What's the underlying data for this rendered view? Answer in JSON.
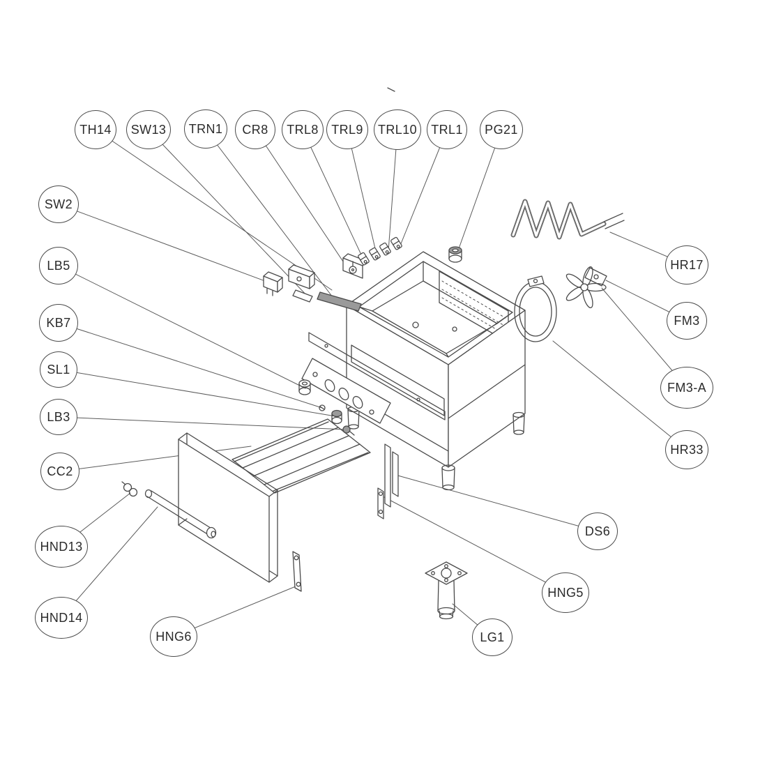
{
  "diagram": {
    "type": "exploded-parts-diagram",
    "colors": {
      "line": "#4a4a4a",
      "background": "#ffffff",
      "label_text": "#2b2b2b"
    },
    "callouts": [
      {
        "id": "TH14",
        "label": "TH14"
      },
      {
        "id": "SW13",
        "label": "SW13"
      },
      {
        "id": "TRN1",
        "label": "TRN1"
      },
      {
        "id": "CR8",
        "label": "CR8"
      },
      {
        "id": "TRL8",
        "label": "TRL8"
      },
      {
        "id": "TRL9",
        "label": "TRL9"
      },
      {
        "id": "TRL10",
        "label": "TRL10"
      },
      {
        "id": "TRL1",
        "label": "TRL1"
      },
      {
        "id": "PG21",
        "label": "PG21"
      },
      {
        "id": "SW2",
        "label": "SW2"
      },
      {
        "id": "LB5",
        "label": "LB5"
      },
      {
        "id": "KB7",
        "label": "KB7"
      },
      {
        "id": "SL1",
        "label": "SL1"
      },
      {
        "id": "LB3",
        "label": "LB3"
      },
      {
        "id": "CC2",
        "label": "CC2"
      },
      {
        "id": "HND13",
        "label": "HND13"
      },
      {
        "id": "HND14",
        "label": "HND14"
      },
      {
        "id": "HR17",
        "label": "HR17"
      },
      {
        "id": "FM3",
        "label": "FM3"
      },
      {
        "id": "FM3-A",
        "label": "FM3-A"
      },
      {
        "id": "HR33",
        "label": "HR33"
      },
      {
        "id": "DS6",
        "label": "DS6"
      },
      {
        "id": "HNG5",
        "label": "HNG5"
      },
      {
        "id": "LG1",
        "label": "LG1"
      },
      {
        "id": "HNG6",
        "label": "HNG6"
      }
    ]
  }
}
